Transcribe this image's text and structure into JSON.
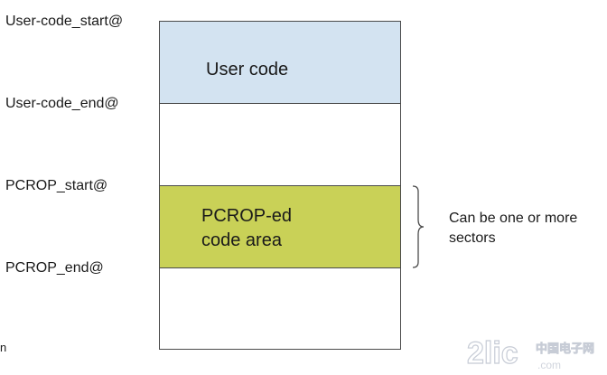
{
  "labels": {
    "user_code_start": "User-code_start@",
    "user_code_end": "User-code_end@",
    "pcrop_start": "PCROP_start@",
    "pcrop_end": "PCROP_end@",
    "stray_char": "n"
  },
  "blocks": {
    "user_code": {
      "text": "User code",
      "color": "#d3e3f1"
    },
    "pcrop_area": {
      "line1": "PCROP-ed",
      "line2": "code area",
      "color": "#c9d157"
    }
  },
  "annotation": {
    "line1": "Can be one or more",
    "line2": "sectors"
  },
  "watermark": {
    "brand": "2 lic.com",
    "site": "中国电子网"
  }
}
